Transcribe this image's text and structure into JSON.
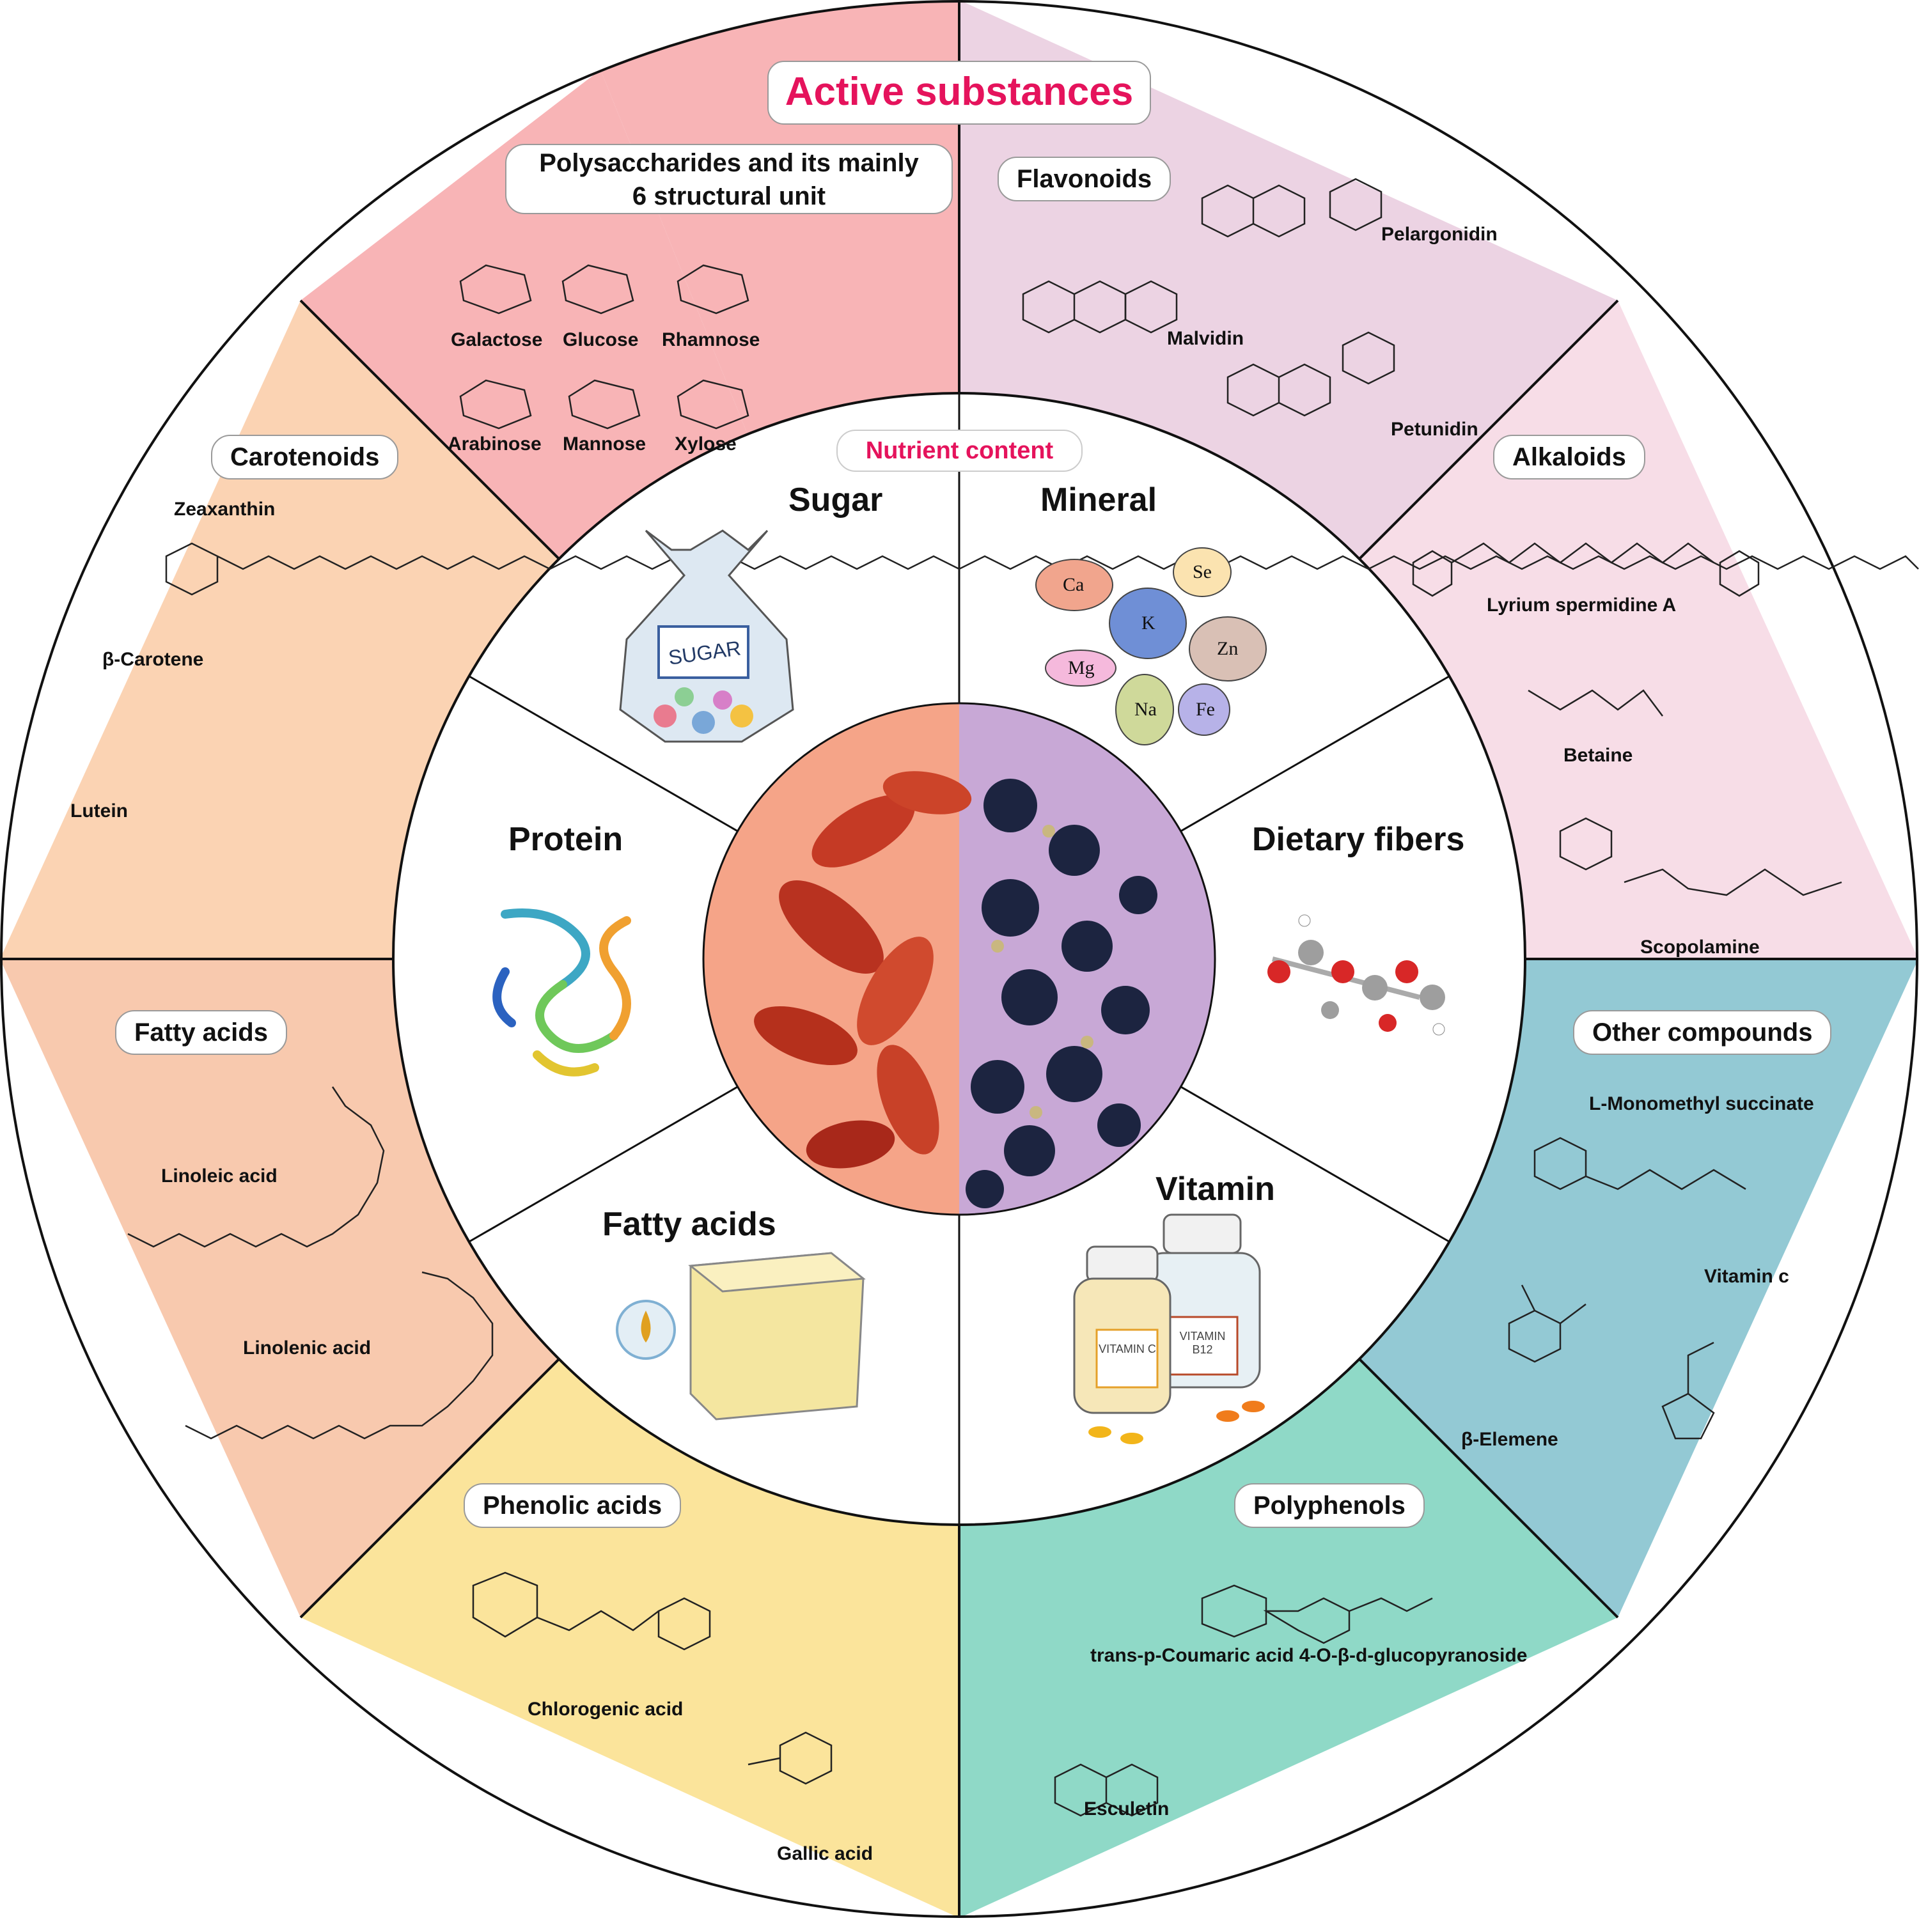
{
  "title": "Active substances",
  "nutrient_title": "Nutrient content",
  "categories": {
    "polysaccharides": "Polysaccharides and its mainly\n6 structural unit",
    "flavonoids": "Flavonoids",
    "alkaloids": "Alkaloids",
    "other": "Other compounds",
    "polyphenols": "Polyphenols",
    "phenolic": "Phenolic acids",
    "fatty": "Fatty acids",
    "carotenoids": "Carotenoids"
  },
  "compounds": {
    "galactose": "Galactose",
    "glucose": "Glucose",
    "rhamnose": "Rhamnose",
    "arabinose": "Arabinose",
    "mannose": "Mannose",
    "xylose": "Xylose",
    "pelargonidin": "Pelargonidin",
    "malvidin": "Malvidin",
    "petunidin": "Petunidin",
    "lyrium": "Lyrium spermidine A",
    "betaine": "Betaine",
    "scopolamine": "Scopolamine",
    "monomethyl": "L-Monomethyl succinate",
    "vitc": "Vitamin c",
    "elemene": "β-Elemene",
    "coumaric": "trans-p-Coumaric acid 4-O-β-d-glucopyranoside",
    "esculetin": "Esculetin",
    "chlorogenic": "Chlorogenic acid",
    "gallic": "Gallic acid",
    "linoleic": "Linoleic acid",
    "linolenic": "Linolenic acid",
    "zeaxanthin": "Zeaxanthin",
    "carotene": "β-Carotene",
    "lutein": "Lutein"
  },
  "nutrients": {
    "sugar": "Sugar",
    "mineral": "Mineral",
    "protein": "Protein",
    "fibers": "Dietary fibers",
    "fatty": "Fatty acids",
    "vitamin": "Vitamin"
  },
  "minerals": [
    "Ca",
    "Se",
    "K",
    "Zn",
    "Mg",
    "Na",
    "Fe"
  ],
  "image_text": {
    "sugar_bag": "SUGAR",
    "vitamin_c": "VITAMIN C",
    "vitamin_b12": "VITAMIN B12"
  },
  "colors": {
    "polysaccharides": "#f8b4b6",
    "flavonoids": "#ecd3e3",
    "alkaloids": "#f7dde7",
    "other": "#93c9d4",
    "polyphenols": "#8fd9c7",
    "phenolic": "#fbe49b",
    "fatty": "#f8c9ae",
    "carotenoids": "#fbd3b3",
    "center_left": "#f5a488",
    "center_right": "#c8a8d6",
    "title": "#e5135c"
  }
}
